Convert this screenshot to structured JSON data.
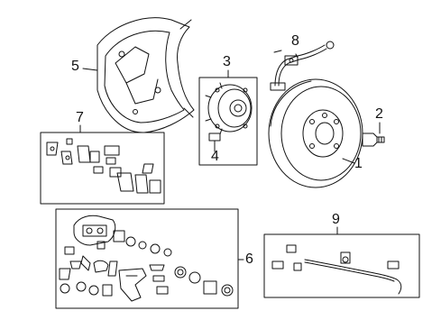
{
  "diagram": {
    "callouts": [
      {
        "id": "c1",
        "label": "1"
      },
      {
        "id": "c2",
        "label": "2"
      },
      {
        "id": "c3",
        "label": "3"
      },
      {
        "id": "c4",
        "label": "4"
      },
      {
        "id": "c5",
        "label": "5"
      },
      {
        "id": "c6",
        "label": "6"
      },
      {
        "id": "c7",
        "label": "7"
      },
      {
        "id": "c8",
        "label": "8"
      },
      {
        "id": "c9",
        "label": "9"
      }
    ],
    "parts": [
      {
        "callout": "1",
        "icon": "brake-rotor-icon"
      },
      {
        "callout": "2",
        "icon": "bolt-icon"
      },
      {
        "callout": "3",
        "icon": "wheel-hub-icon"
      },
      {
        "callout": "4",
        "icon": "hub-bolt-icon"
      },
      {
        "callout": "5",
        "icon": "splash-shield-icon"
      },
      {
        "callout": "6",
        "icon": "caliper-assembly-icon"
      },
      {
        "callout": "7",
        "icon": "brake-pad-kit-icon"
      },
      {
        "callout": "8",
        "icon": "brake-hose-icon"
      },
      {
        "callout": "9",
        "icon": "parking-brake-cable-icon"
      }
    ],
    "colors": {
      "line": "#111111",
      "background": "#ffffff",
      "fill": "#ffffff"
    }
  }
}
